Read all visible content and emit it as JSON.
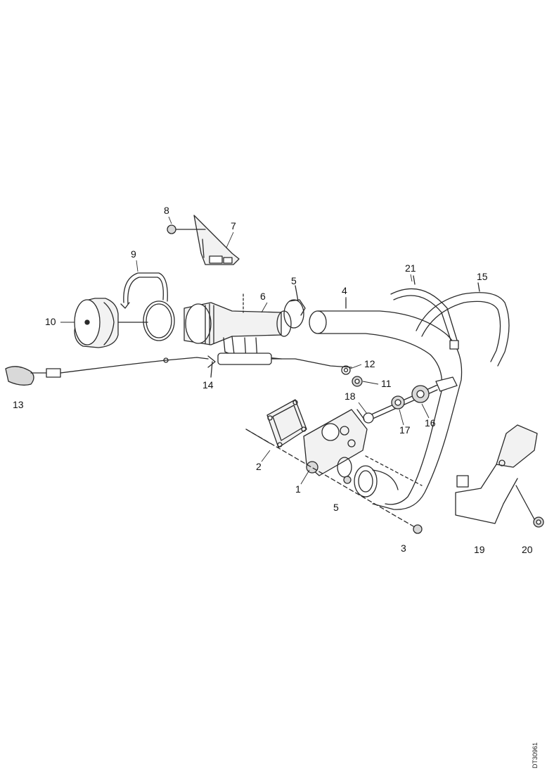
{
  "diagram": {
    "callouts": {
      "c1": "1",
      "c2": "2",
      "c3": "3",
      "c4": "4",
      "c5a": "5",
      "c5b": "5",
      "c6": "6",
      "c7": "7",
      "c8": "8",
      "c9": "9",
      "c10": "10",
      "c11": "11",
      "c12": "12",
      "c13": "13",
      "c14": "14",
      "c15": "15",
      "c16": "16",
      "c17": "17",
      "c18": "18",
      "c19": "19",
      "c20": "20",
      "c21": "21"
    },
    "reference_code": "DT30961"
  },
  "colors": {
    "line": "#2a2a2a",
    "fill_light": "#f2f2f2",
    "fill_mid": "#d9d9d9"
  }
}
